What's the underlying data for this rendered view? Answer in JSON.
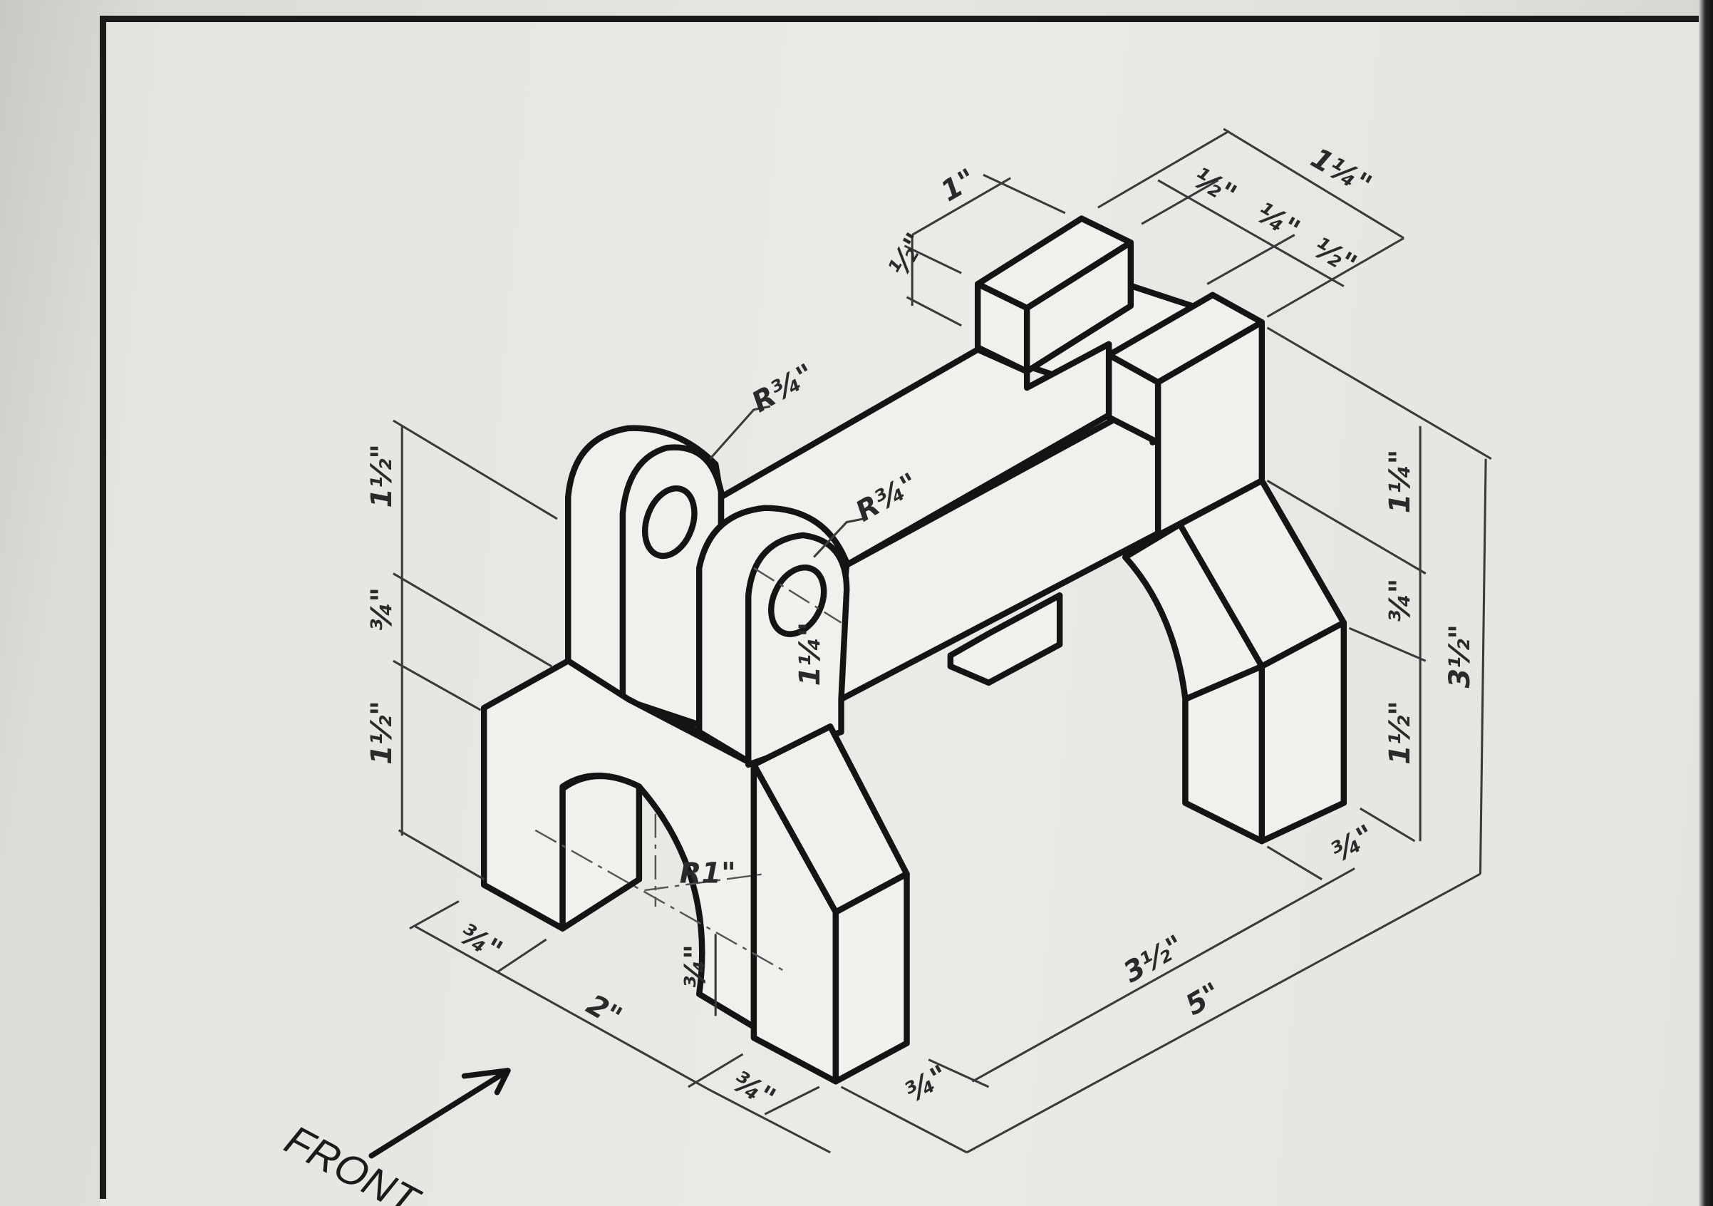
{
  "front_label": "FRONT",
  "dimensions": {
    "top_width_1": "1\"",
    "top_height_half": "½\"",
    "right_top_total": "1¼\"",
    "right_top_a": "½\"",
    "right_top_b": "¼\"",
    "right_top_c": "½\"",
    "radius_rear": "R¾\"",
    "radius_front": "R¾\"",
    "left_upper": "1½\"",
    "left_middle": "¾\"",
    "left_lower": "1½\"",
    "inner_height": "1¼\"",
    "arch_radius": "R1\"",
    "arch_depth": "¾\"",
    "bottom_left": "¾\"",
    "bottom_2": "2\"",
    "bottom_mid": "¾\"",
    "bottom_right_small": "¾\"",
    "length_3_half": "3½\"",
    "length_5": "5\"",
    "right_upper": "1¼\"",
    "right_middle": "¾\"",
    "right_lower": "1½\"",
    "right_total": "3½\"",
    "right_foot": "¾\""
  }
}
